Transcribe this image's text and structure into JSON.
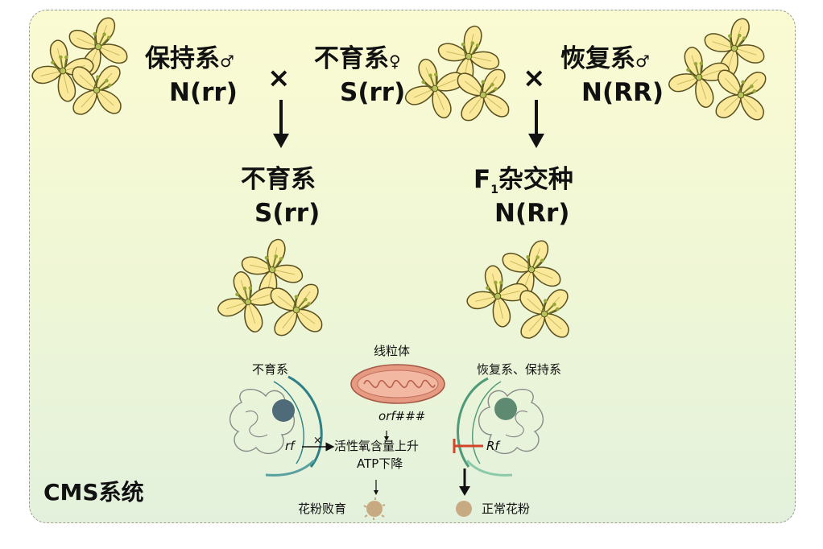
{
  "parents": {
    "maintainer": {
      "label": "保持系",
      "sex": "♂",
      "genotype": "N(rr)"
    },
    "sterile": {
      "label": "不育系",
      "sex": "♀",
      "genotype": "S(rr)"
    },
    "restorer": {
      "label": "恢复系",
      "sex": "♂",
      "genotype": "N(RR)"
    },
    "cross_symbol": "×"
  },
  "offspring": {
    "sterile": {
      "label": "不育系",
      "genotype": "S(rr)"
    },
    "hybrid": {
      "label_prefix": "F",
      "label_sub": "1",
      "label_rest": "杂交种",
      "genotype": "N(Rr)"
    }
  },
  "mechanism": {
    "left_label": "不育系",
    "right_label": "恢复系、保持系",
    "mito_label": "线粒体",
    "orf_italic": "orf",
    "orf_suffix": "###",
    "rf_left": "rf",
    "rf_right": "Rf",
    "block_mark": "×",
    "effect_line1": "活性氧含量上升",
    "effect_line2": "ATP下降",
    "left_outcome": "花粉败育",
    "right_outcome": "正常花粉"
  },
  "system_title": "CMS系统",
  "colors": {
    "petal": "#fae99a",
    "petal_stroke": "#5a5020",
    "inhibit": "#d2452a",
    "pollen": "#c8aa82",
    "mito": "#e69a82",
    "nucleus_left": "#4f6a78",
    "nucleus_right": "#5f8a72"
  }
}
